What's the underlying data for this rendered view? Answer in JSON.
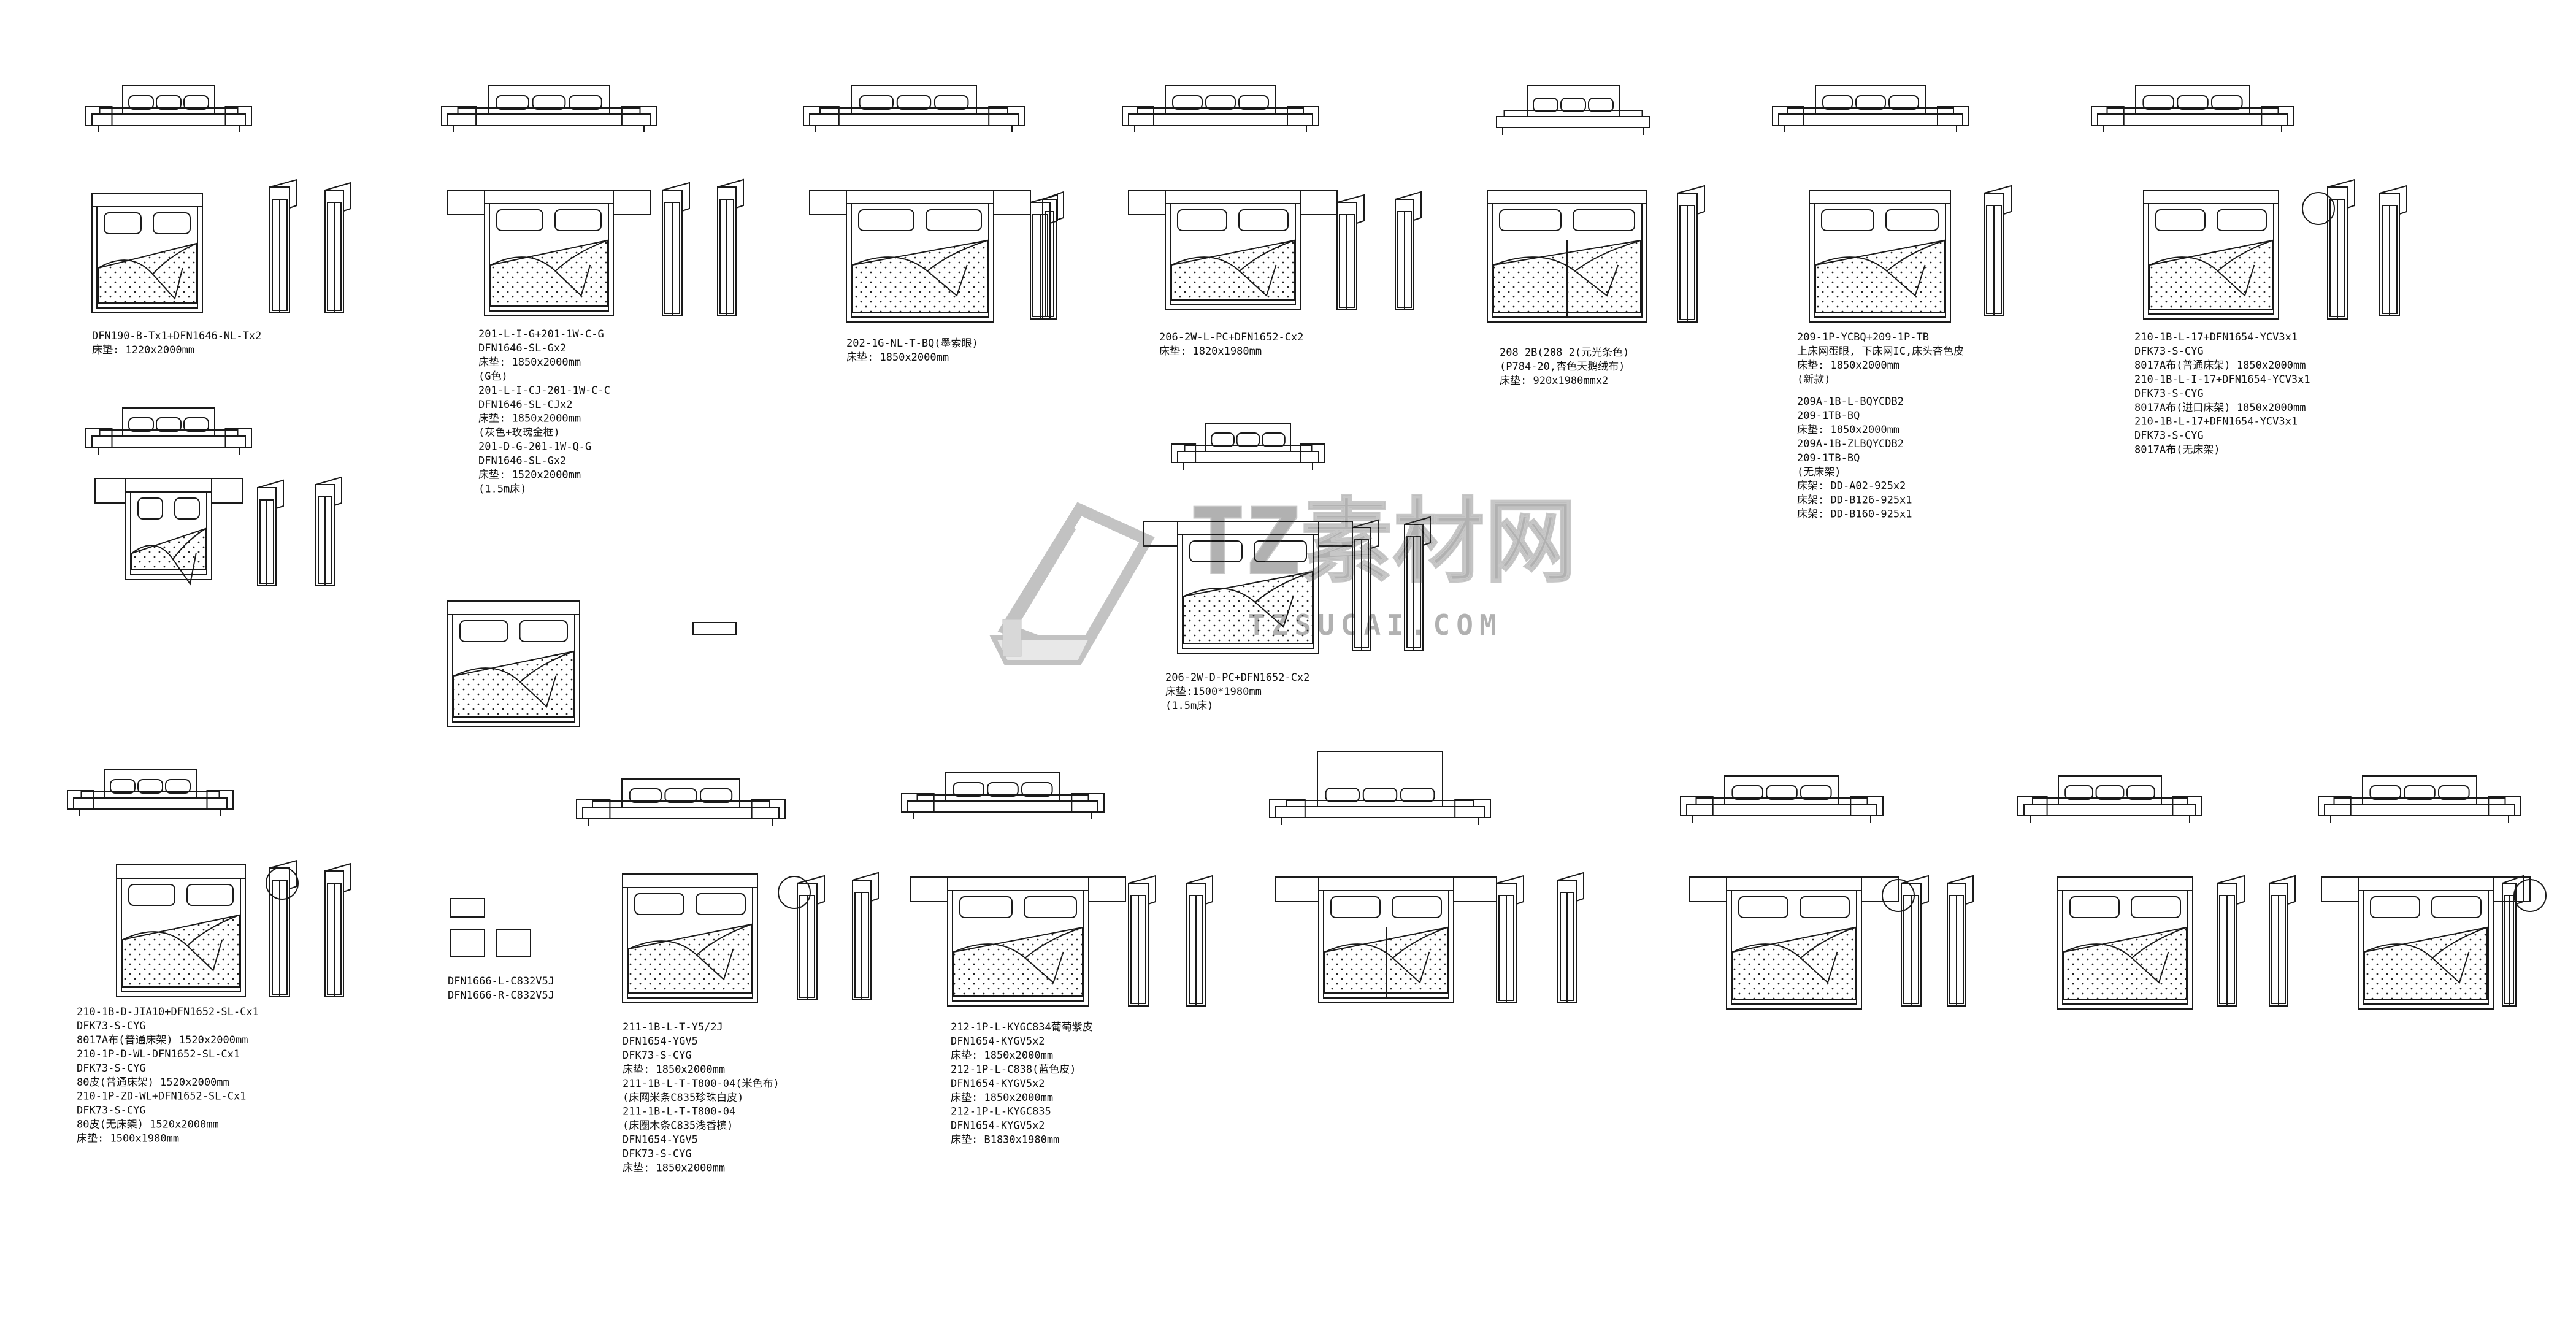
{
  "watermark": {
    "cn": "TZ素材网",
    "en": "TZSUCAI.COM"
  },
  "blocks": [
    {
      "id": "b01",
      "lines": [
        "DFN190-B-Tx1+DFN1646-NL-Tx2",
        "床垫: 1220x2000mm"
      ]
    },
    {
      "id": "b02",
      "lines": [
        "201-L-I-G+201-1W-C-G",
        "DFN1646-SL-Gx2",
        "床垫: 1850x2000mm",
        "(G色)",
        "",
        "201-L-I-CJ-201-1W-C-C",
        "DFN1646-SL-CJx2",
        "床垫: 1850x2000mm",
        "(灰色+玫瑰金框)",
        "",
        "201-D-G-201-1W-Q-G",
        "DFN1646-SL-Gx2",
        "床垫: 1520x2000mm",
        "(1.5m床)"
      ]
    },
    {
      "id": "b03",
      "lines": [
        "202-1G-NL-T-BQ(墨索眼)",
        "床垫: 1850x2000mm"
      ]
    },
    {
      "id": "b04",
      "lines": [
        "206-2W-L-PC+DFN1652-Cx2",
        "床垫: 1820x1980mm"
      ]
    },
    {
      "id": "b05",
      "lines": [
        "208 2B(208 2(元光条色)",
        "(P784-20,杏色天鹅绒布)",
        "床垫: 920x1980mmx2"
      ]
    },
    {
      "id": "b06",
      "lines": [
        "209-1P-YCBQ+209-1P-TB",
        "上床网蛋眼, 下床网IC,床头杏色皮",
        "床垫: 1850x2000mm",
        "(新款)"
      ]
    },
    {
      "id": "b06b",
      "lines": [
        "209A-1B-L-BQYCDB2",
        "209-1TB-BQ",
        "床垫: 1850x2000mm",
        "",
        "209A-1B-ZLBQYCDB2",
        "209-1TB-BQ",
        "(无床架)",
        "床架: DD-A02-925x2",
        "床架: DD-B126-925x1",
        "床架: DD-B160-925x1"
      ]
    },
    {
      "id": "b07",
      "lines": [
        "210-1B-L-17+DFN1654-YCV3x1",
        "DFK73-S-CYG",
        "8017A布(普通床架) 1850x2000mm",
        "",
        "210-1B-L-I-17+DFN1654-YCV3x1",
        "DFK73-S-CYG",
        "8017A布(进口床架) 1850x2000mm",
        "",
        "210-1B-L-17+DFN1654-YCV3x1",
        "DFK73-S-CYG",
        "8017A布(无床架)"
      ]
    },
    {
      "id": "b08",
      "lines": [
        "206-2W-D-PC+DFN1652-Cx2",
        "床垫:1500*1980mm",
        "(1.5m床)"
      ]
    },
    {
      "id": "b09",
      "lines": [
        "210-1B-D-JIA10+DFN1652-SL-Cx1",
        "DFK73-S-CYG",
        "8017A布(普通床架) 1520x2000mm",
        "",
        "210-1P-D-WL-DFN1652-SL-Cx1",
        "DFK73-S-CYG",
        "80皮(普通床架) 1520x2000mm",
        "",
        "210-1P-ZD-WL+DFN1652-SL-Cx1",
        "DFK73-S-CYG",
        "80皮(无床架) 1520x2000mm",
        "",
        "床垫: 1500x1980mm"
      ]
    },
    {
      "id": "b10",
      "lines": [
        "DFN1666-L-C832V5J",
        "DFN1666-R-C832V5J"
      ]
    },
    {
      "id": "b11",
      "lines": [
        "211-1B-L-T-Y5/2J",
        "DFN1654-YGV5",
        "DFK73-S-CYG",
        "床垫: 1850x2000mm",
        "",
        "211-1B-L-T-T800-04(米色布)",
        "(床网米条C835珍珠白皮)",
        "",
        "211-1B-L-T-T800-04",
        "(床圈木条C835浅香槟)",
        "DFN1654-YGV5",
        "DFK73-S-CYG",
        "床垫: 1850x2000mm"
      ]
    },
    {
      "id": "b12",
      "lines": [
        "212-1P-L-KYGC834葡萄紫皮",
        "DFN1654-KYGV5x2",
        "床垫: 1850x2000mm",
        "",
        "212-1P-L-C838(蓝色皮)",
        "DFN1654-KYGV5x2",
        "床垫: 1850x2000mm",
        "",
        "212-1P-L-KYGC835",
        "DFN1654-KYGV5x2",
        "床垫: B1830x1980mm"
      ]
    }
  ]
}
